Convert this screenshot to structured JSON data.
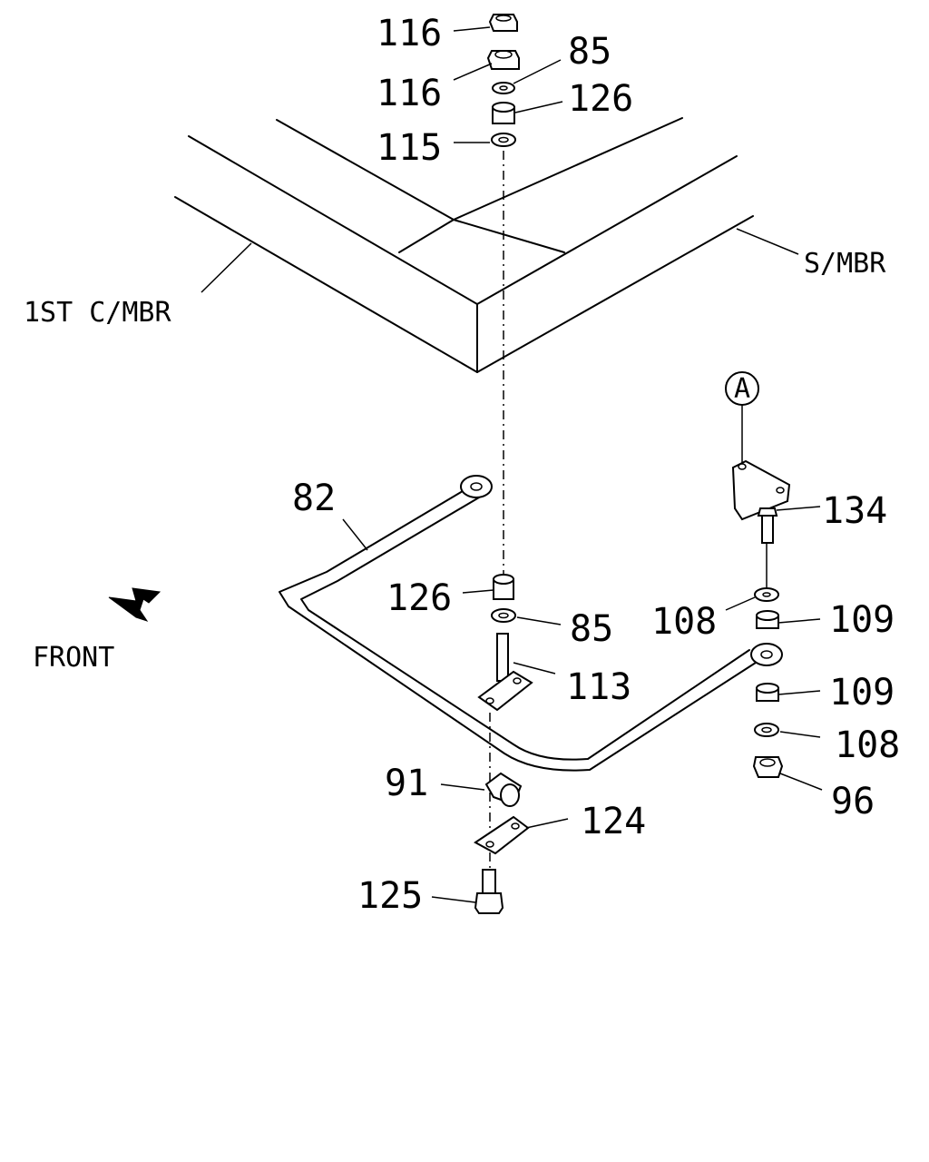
{
  "labels": {
    "l116a": "116",
    "l116b": "116",
    "l85a": "85",
    "l126a": "126",
    "l115": "115",
    "l_smbr": "S/MBR",
    "l_cmbr": "1ST C/MBR",
    "l_a": "A",
    "l82": "82",
    "l134": "134",
    "l126b": "126",
    "l108a": "108",
    "l109a": "109",
    "l85b": "85",
    "l_front": "FRONT",
    "l113": "113",
    "l109b": "109",
    "l108b": "108",
    "l91": "91",
    "l96": "96",
    "l124": "124",
    "l125": "125"
  },
  "colors": {
    "ink": "#000000",
    "paper": "#ffffff"
  }
}
